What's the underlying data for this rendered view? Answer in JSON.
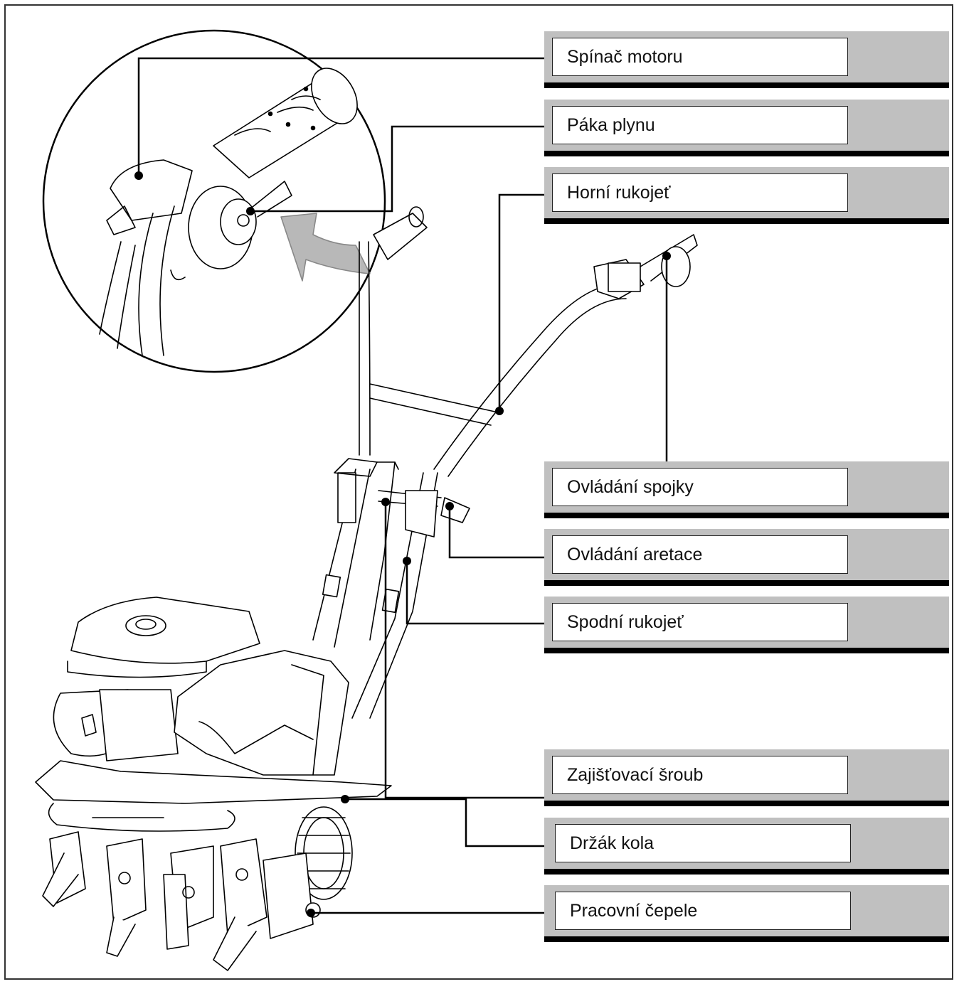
{
  "labels": {
    "engine_switch": "Spínač motoru",
    "throttle_lever": "Páka plynu",
    "upper_handle": "Horní rukojeť",
    "clutch_control": "Ovládání spojky",
    "lock_control": "Ovládání aretace",
    "lower_handle": "Spodní rukojeť",
    "locking_screw": "Zajišťovací šroub",
    "wheel_holder": "Držák kola",
    "working_blades": "Pracovní čepele"
  },
  "colors": {
    "panel_grey": "#c0c0c0",
    "arrow_grey": "#b8b8b8",
    "line": "#000000"
  }
}
